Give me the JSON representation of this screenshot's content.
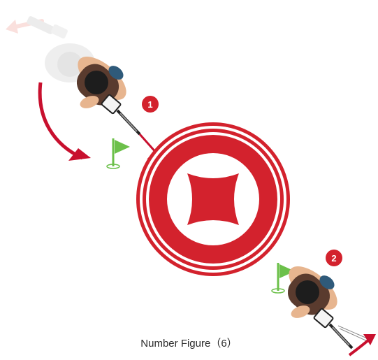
{
  "caption": "Number Figure（6）",
  "steps": [
    {
      "number": "1"
    },
    {
      "number": "2"
    }
  ],
  "colors": {
    "target_red": "#d3222d",
    "arrow_red": "#c8102e",
    "faded_arrow": "#f2a7a1",
    "flag_green": "#6cc04a",
    "badge_red": "#d3222d"
  },
  "icons": {
    "target": "target-x-icon",
    "flag": "flag-icon",
    "person": "golfer-top-view-icon"
  }
}
